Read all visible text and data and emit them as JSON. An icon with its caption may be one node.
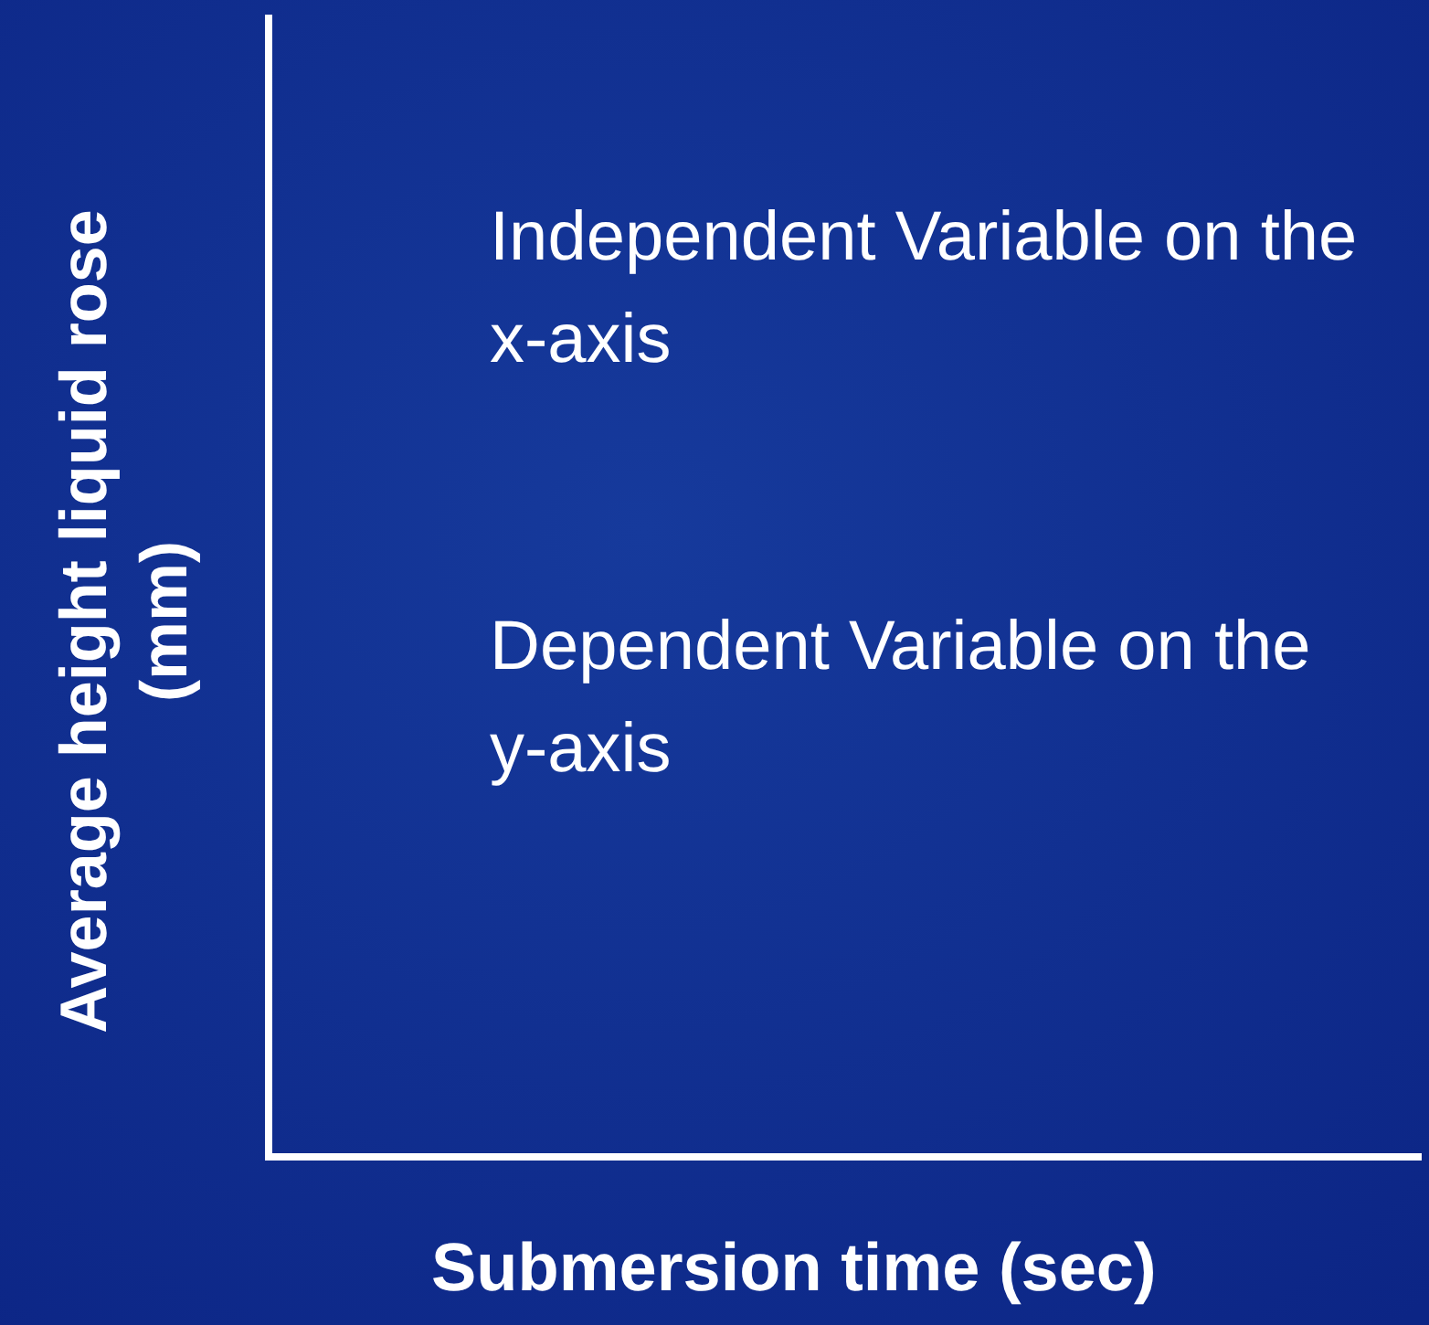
{
  "diagram": {
    "labels": [
      "Average height liquid rose (mm)",
      "Independent Variable on the x-axis",
      "Dependent Variable on the y-axis",
      "Submersion time (sec)"
    ]
  }
}
